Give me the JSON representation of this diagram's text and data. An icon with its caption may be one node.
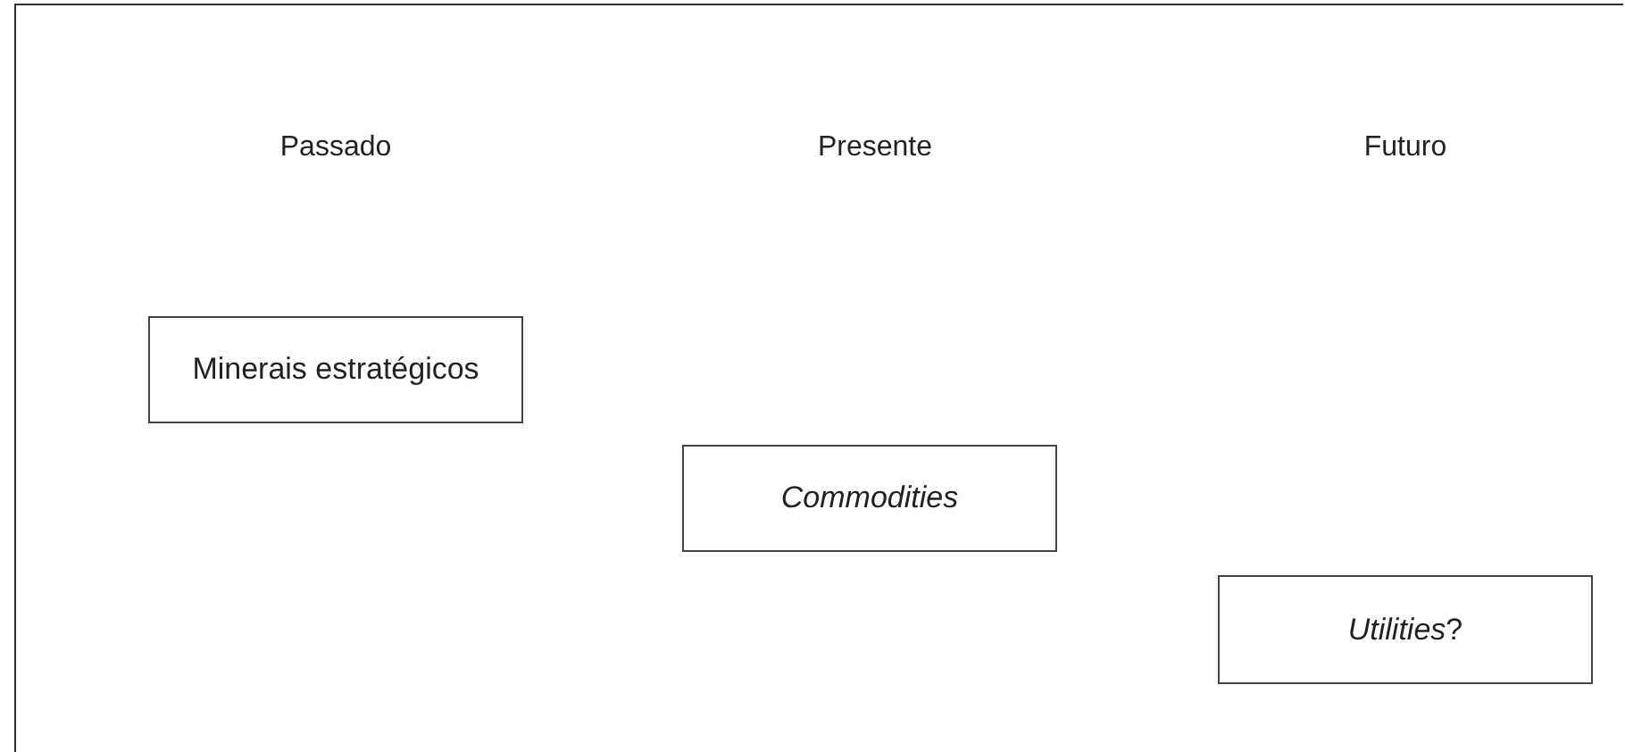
{
  "diagram": {
    "nodes": [
      {
        "text": [
          "Minerais estratégicos"
        ]
      },
      {
        "text": [
          "Commodities"
        ]
      },
      {
        "text": [
          "*Utilities*?"
        ]
      }
    ],
    "labels": [
      "Passado",
      "Presente",
      "Futuro"
    ]
  }
}
